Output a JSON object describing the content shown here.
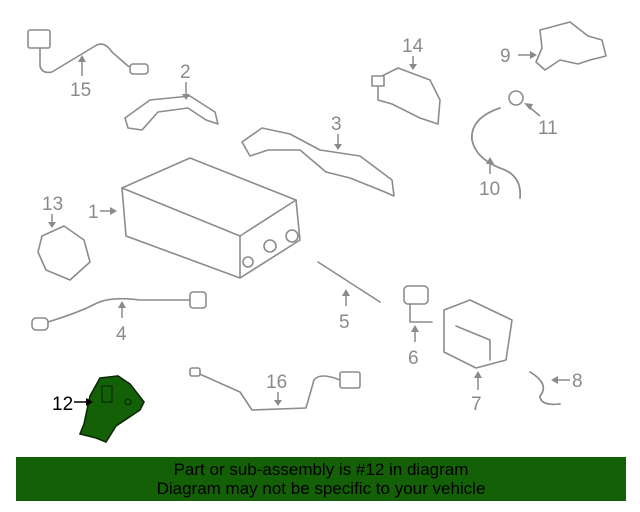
{
  "diagram": {
    "highlight_color": "#146006",
    "highlighted_part": "12",
    "callouts": [
      {
        "id": "c1",
        "label": "1"
      },
      {
        "id": "c2",
        "label": "2"
      },
      {
        "id": "c3",
        "label": "3"
      },
      {
        "id": "c4",
        "label": "4"
      },
      {
        "id": "c5",
        "label": "5"
      },
      {
        "id": "c6",
        "label": "6"
      },
      {
        "id": "c7",
        "label": "7"
      },
      {
        "id": "c8",
        "label": "8"
      },
      {
        "id": "c9",
        "label": "9"
      },
      {
        "id": "c10",
        "label": "10"
      },
      {
        "id": "c11",
        "label": "11"
      },
      {
        "id": "c12",
        "label": "12"
      },
      {
        "id": "c13",
        "label": "13"
      },
      {
        "id": "c14",
        "label": "14"
      },
      {
        "id": "c15",
        "label": "15"
      },
      {
        "id": "c16",
        "label": "16"
      }
    ]
  },
  "banner": {
    "line1": "Part or sub-assembly is #12 in diagram",
    "line2": "Diagram may not be specific to your vehicle"
  }
}
